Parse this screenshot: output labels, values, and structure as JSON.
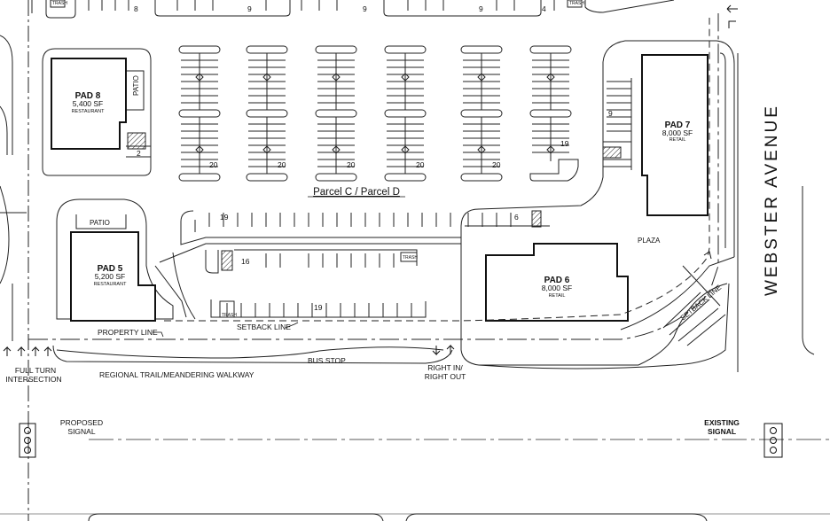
{
  "road_label": "WEBSTER AVENUE",
  "parcel_label": "Parcel C / Parcel D",
  "pads": [
    {
      "id": "pad8",
      "name": "PAD 8",
      "sf": "5,400 SF",
      "use": "RESTAURANT"
    },
    {
      "id": "pad7",
      "name": "PAD 7",
      "sf": "8,000 SF",
      "use": "RETAIL"
    },
    {
      "id": "pad5",
      "name": "PAD 5",
      "sf": "5,200 SF",
      "use": "RESTAURANT"
    },
    {
      "id": "pad6",
      "name": "PAD 6",
      "sf": "8,000 SF",
      "use": "RETAIL"
    }
  ],
  "labels": {
    "patio": "PATIO",
    "plaza": "PLAZA",
    "trash": "TRASH",
    "property_line": "PROPERTY LINE",
    "setback_line": "SETBACK LINE",
    "setback_line_diagonal": "SETBACK LINE",
    "bus_stop": "BUS STOP",
    "regional_trail": "REGIONAL TRAIL/MEANDERING WALKWAY",
    "full_turn": [
      "FULL TURN",
      "INTERSECTION"
    ],
    "right_in_out": [
      "RIGHT IN/",
      "RIGHT OUT"
    ],
    "proposed_signal": [
      "PROPOSED",
      "SIGNAL"
    ],
    "existing_signal": [
      "EXISTING",
      "SIGNAL"
    ]
  },
  "stall_counts": {
    "top_row": [
      "8",
      "9",
      "9",
      "9",
      "4"
    ],
    "upper_rows": [
      "20",
      "20",
      "20",
      "20",
      "20"
    ],
    "pad7_upper": "9",
    "pad7_lower": "19",
    "pad8_side": "2",
    "mid_row": "19",
    "plaza_row": "6",
    "inner_row": "16",
    "south_row": "19"
  }
}
